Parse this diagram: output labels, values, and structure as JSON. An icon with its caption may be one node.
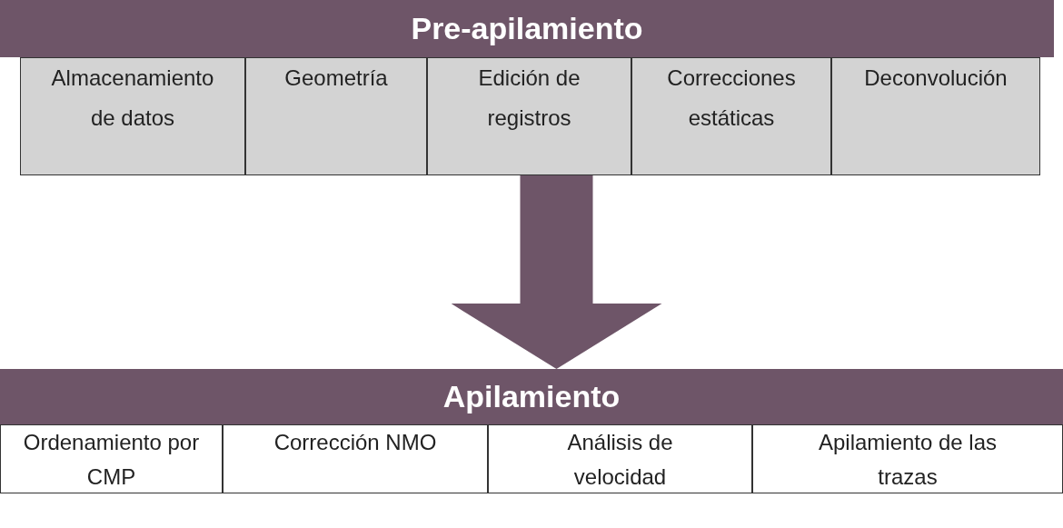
{
  "diagram": {
    "nodes": [
      {
        "text": [
          "Pre-apilamiento"
        ]
      },
      {
        "text": [
          "Almacenamiento de datos"
        ]
      },
      {
        "text": [
          "Geometría"
        ]
      },
      {
        "text": [
          "Edición de registros"
        ]
      },
      {
        "text": [
          "Correcciones estáticas"
        ]
      },
      {
        "text": [
          "Deconvolución"
        ]
      },
      {
        "text": [
          "Apilamiento"
        ]
      },
      {
        "text": [
          "Ordenamiento por CMP"
        ]
      },
      {
        "text": [
          "Corrección NMO"
        ]
      },
      {
        "text": [
          "Análisis de velocidad"
        ]
      },
      {
        "text": [
          "Apilamiento de las trazas"
        ]
      }
    ],
    "edges": [
      {
        "from": 3,
        "to": 6,
        "arrow": "to"
      }
    ]
  }
}
